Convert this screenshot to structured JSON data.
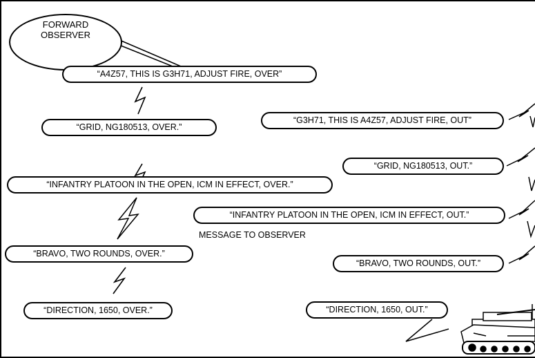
{
  "observer": {
    "line1": "FORWARD",
    "line2": "OBSERVER"
  },
  "observer_messages": [
    "“A4Z57, THIS IS G3H71, ADJUST FIRE, OVER”",
    "“GRID, NG180513, OVER.”",
    "“INFANTRY PLATOON IN THE OPEN, ICM IN EFFECT, OVER.”",
    "“BRAVO, TWO ROUNDS, OVER.”",
    "“DIRECTION, 1650, OVER.”"
  ],
  "fdc_messages": [
    "“G3H71, THIS IS A4Z57, ADJUST FIRE, OUT”",
    "“GRID, NG180513, OUT.”",
    "“INFANTRY PLATOON IN THE OPEN, ICM IN EFFECT, OUT.”",
    "“BRAVO, TWO ROUNDS, OUT.”",
    "“DIRECTION, 1650, OUT.”"
  ],
  "caption": "MESSAGE TO OBSERVER",
  "icons": [
    "lightning-bolt-icon",
    "howitzer-vehicle-icon"
  ]
}
